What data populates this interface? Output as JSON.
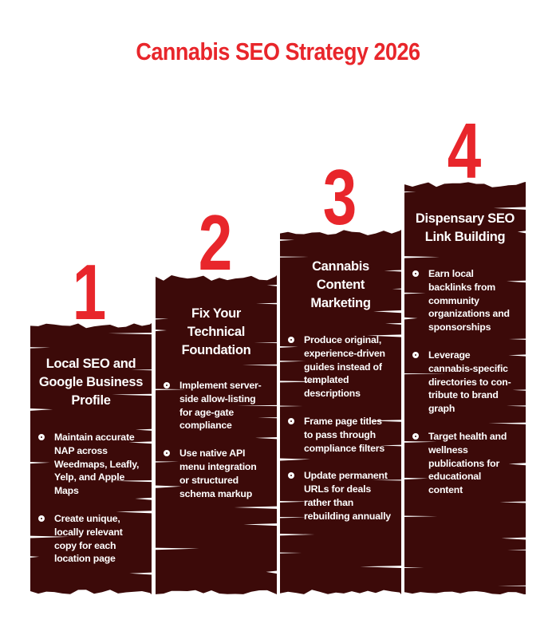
{
  "title": "Cannabis SEO Strategy 2026",
  "colors": {
    "accent": "#e8262b",
    "column_bg": "#3c0a09",
    "text": "#ffffff"
  },
  "steps": [
    {
      "number": "1",
      "heading": [
        "Local SEO and",
        "Google Business",
        "Profile"
      ],
      "bullets": [
        [
          "Maintain accurate",
          "NAP across",
          "Weedmaps, Leafly,",
          "Yelp, and Apple",
          "Maps"
        ],
        [
          "Create unique,",
          "locally relevant",
          "copy for each",
          "location page"
        ]
      ]
    },
    {
      "number": "2",
      "heading": [
        "Fix Your",
        "Technical",
        "Foundation"
      ],
      "bullets": [
        [
          "Implement server-",
          "side allow-listing",
          "for age-gate",
          "compliance"
        ],
        [
          "Use native API",
          "menu integration",
          "or structured",
          "schema markup"
        ]
      ]
    },
    {
      "number": "3",
      "heading": [
        "Cannabis",
        "Content",
        "Marketing"
      ],
      "bullets": [
        [
          "Produce original,",
          "experience-driven",
          "guides instead of",
          "templated",
          "descriptions"
        ],
        [
          "Frame page titles",
          "to pass through",
          "compliance filters"
        ],
        [
          "Update permanent",
          "URLs for deals",
          "rather than",
          "rebuilding annually"
        ]
      ]
    },
    {
      "number": "4",
      "heading": [
        "Dispensary SEO",
        "Link Building"
      ],
      "bullets": [
        [
          "Earn local",
          "backlinks from",
          "community",
          "organizations and",
          "sponsorships"
        ],
        [
          "Leverage",
          "cannabis-specific",
          "directories to con-",
          "tribute to brand",
          "graph"
        ],
        [
          "Target health and",
          "wellness",
          "publications for",
          "educational",
          "content"
        ]
      ]
    }
  ]
}
